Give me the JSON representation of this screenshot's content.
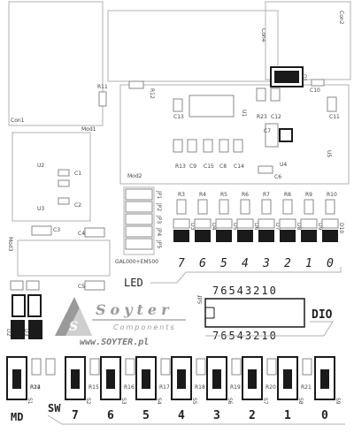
{
  "connectors": {
    "con1": "Con1",
    "con4": "Con4",
    "con2": "Con2",
    "mod1": "Mod1",
    "mod2": "Mod2",
    "mod3": "Mod3"
  },
  "parts": {
    "r11": "R11",
    "r12": "R12",
    "r23": "R23",
    "c12": "C12",
    "c13": "C13",
    "u1": "U1",
    "c11": "C11",
    "c10": "C10",
    "c7": "C7",
    "u4": "U4",
    "u5": "U5",
    "c6": "C6",
    "r13": "R13",
    "c9": "C9",
    "c15": "C15",
    "c8": "C8",
    "c14": "C14",
    "u2": "U2",
    "u3": "U3",
    "c1": "C1",
    "c2": "C2",
    "c3": "C3",
    "c4": "C4",
    "c5": "C5",
    "d1": "D1",
    "d2": "D2",
    "d3": "D3"
  },
  "jumpers": [
    "JP1",
    "JP2",
    "JP3",
    "JP4",
    "JP5"
  ],
  "module_label": "GAL000+EM500",
  "resistors_top": [
    "R3",
    "R4",
    "R5",
    "R6",
    "R7",
    "R8",
    "R9",
    "R10"
  ],
  "leds": [
    "D3",
    "D4",
    "D5",
    "D6",
    "D7",
    "D8",
    "D9",
    "D10"
  ],
  "bit_labels": [
    "7",
    "6",
    "5",
    "4",
    "3",
    "2",
    "1",
    "0"
  ],
  "led_label": "LED",
  "dio": {
    "label": "DIO",
    "part": "Sdf",
    "top_bits": "76543210",
    "bottom_bits": "76543210"
  },
  "logo": {
    "name": "Soyter",
    "tagline": "Components",
    "url": "www.SOYTER.pl"
  },
  "switch_resistors": [
    "R22",
    "R14",
    "R15",
    "R16",
    "R17",
    "R18",
    "R19",
    "R20",
    "R21"
  ],
  "switch_ids": [
    "S1",
    "S2",
    "S3",
    "S4",
    "S5",
    "S6",
    "S7",
    "S8",
    "S9"
  ],
  "md_label": "MD",
  "sw_label": "SW",
  "sw_bits": [
    "7",
    "6",
    "5",
    "4",
    "3",
    "2",
    "1",
    "0"
  ],
  "colors": {
    "outline": "#b0b0b0",
    "ink": "#1a1a1a",
    "logo_gray": "#9a9a9a"
  }
}
